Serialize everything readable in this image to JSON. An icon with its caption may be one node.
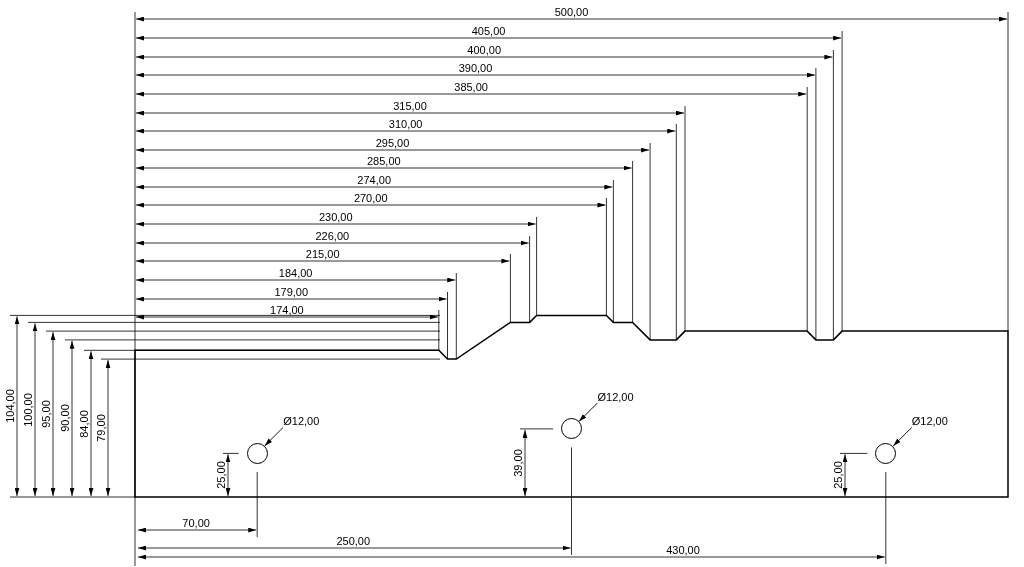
{
  "diagram": {
    "nodes": [
      {
        "text": [
          "Ø12,00"
        ]
      },
      {
        "text": [],
        "shape": "circle"
      },
      {
        "text": [
          "Ø12,00"
        ]
      },
      {
        "text": [],
        "shape": "circle"
      },
      {
        "text": [
          "Ø12,00"
        ]
      },
      {
        "text": [],
        "shape": "circle"
      }
    ],
    "edges": [
      {
        "from": 0,
        "to": 1,
        "arrow": "to"
      },
      {
        "from": 2,
        "to": 3,
        "arrow": "to"
      },
      {
        "from": 4,
        "to": 5,
        "arrow": "to"
      }
    ],
    "labels": [
      "500,00",
      "405,00",
      "400,00",
      "390,00",
      "385,00",
      "315,00",
      "310,00",
      "295,00",
      "285,00",
      "274,00",
      "270,00",
      "230,00",
      "226,00",
      "215,00",
      "184,00",
      "179,00",
      "174,00",
      "104,00",
      "100,00",
      "95,00",
      "90,00",
      "84,00",
      "79,00",
      "25,00",
      "39,00",
      "25,00",
      "70,00",
      "250,00",
      "430,00"
    ]
  }
}
